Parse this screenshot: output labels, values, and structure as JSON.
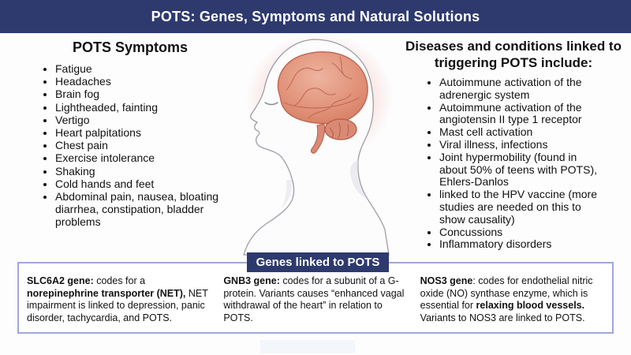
{
  "header": {
    "title": "POTS: Genes, Symptoms and Natural Solutions"
  },
  "symptoms": {
    "title": "POTS Symptoms",
    "items": [
      "Fatigue",
      "Headaches",
      "Brain fog",
      "Lightheaded, fainting",
      "Vertigo",
      "Heart palpitations",
      "Chest pain",
      "Exercise intolerance",
      "Shaking",
      "Cold hands and feet",
      "Abdominal pain, nausea, bloating diarrhea, constipation, bladder problems"
    ]
  },
  "conditions": {
    "title": "Diseases and conditions linked to triggering POTS include:",
    "items": [
      "Autoimmune activation of the adrenergic system",
      "Autoimmune activation of the angiotensin II type 1 receptor",
      "Mast cell activation",
      "Viral illness, infections",
      "Joint hypermobility (found in about 50% of teens with POTS), Ehlers-Danlos",
      "linked to the HPV vaccine (more studies are needed on this to show causality)",
      "Concussions",
      "Inflammatory disorders"
    ]
  },
  "genes": {
    "banner": "Genes linked to POTS",
    "blocks": [
      {
        "runs": [
          {
            "text": "SLC6A2 gene:",
            "bold": true
          },
          {
            "text": " codes for a ",
            "bold": false
          },
          {
            "text": "norepinephrine transporter (NET),",
            "bold": true
          },
          {
            "text": " NET impairment is linked to depression, panic disorder, tachycardia, and POTS.",
            "bold": false
          }
        ]
      },
      {
        "runs": [
          {
            "text": "GNB3 gene:",
            "bold": true
          },
          {
            "text": " codes for a subunit of a G-protein. Variants causes “enhanced vagal withdrawal of the heart” in relation to POTS.",
            "bold": false
          }
        ]
      },
      {
        "runs": [
          {
            "text": "NOS3 gene",
            "bold": true
          },
          {
            "text": ": codes for endothelial nitric oxide (NO) synthase enzyme, which is essential for ",
            "bold": false
          },
          {
            "text": "relaxing blood vessels.",
            "bold": true
          },
          {
            "text": " Variants to NOS3 are linked to POTS.",
            "bold": false
          }
        ]
      }
    ]
  },
  "illustration": {
    "name": "side-profile head with highlighted inflamed brain"
  },
  "colors": {
    "navy": "#2e3a6e",
    "box_border": "#9fa7d9",
    "brain_fill": "#e29a86",
    "brain_line": "#c06a55",
    "glow": "#e64e32"
  }
}
